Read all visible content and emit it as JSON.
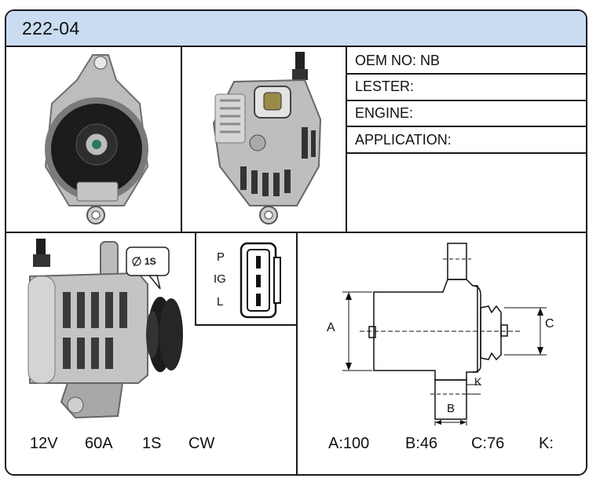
{
  "header": {
    "part_number": "222-04"
  },
  "specs": {
    "oem_no": "OEM NO: NB",
    "lester": "LESTER:",
    "engine": "ENGINE:",
    "application": "APPLICATION:"
  },
  "tag_label": "1S",
  "connector": {
    "pins": [
      "P",
      "IG",
      "L"
    ]
  },
  "electrical": {
    "voltage": "12V",
    "amperage": "60A",
    "pulley": "1S",
    "rotation": "CW"
  },
  "dimensions": {
    "labels": {
      "a": "A",
      "b": "B",
      "c": "C",
      "k": "K"
    },
    "values": {
      "a": "A:100",
      "b": "B:46",
      "c": "C:76",
      "k": "K:"
    }
  },
  "colors": {
    "header_bg": "#c9dcf1",
    "border": "#1a1a1a",
    "metal": "#b9b9b9",
    "pulley": "#1c1c1c"
  }
}
